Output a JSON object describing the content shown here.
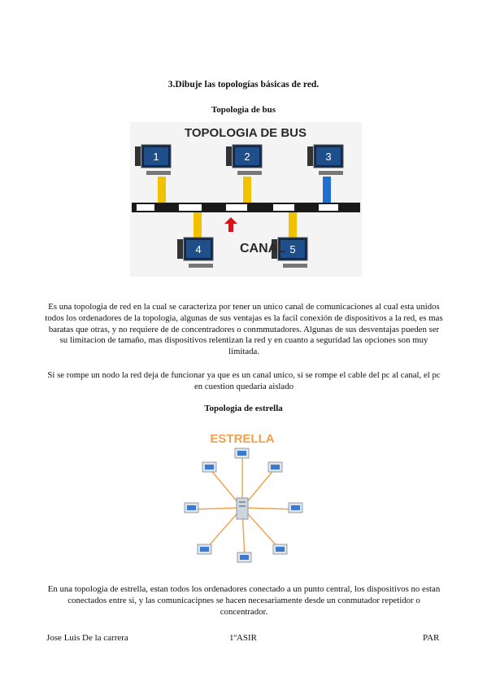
{
  "heading": "3.Dibuje las topologías básicas de red.",
  "bus_section": {
    "title": "Topologia de bus",
    "image": {
      "banner": "TOPOLOGIA DE BUS",
      "canal_label": "CANAL",
      "computers": [
        "1",
        "2",
        "3",
        "4",
        "5"
      ],
      "colors": {
        "banner_text": "#2a2a2a",
        "connector_yellow": "#f2c200",
        "connector_blue": "#1e6fd0",
        "arrow_red": "#d8141b",
        "bus_dark": "#1a1a1a"
      }
    },
    "paragraphs": [
      "Es una topologia de red en la cual se caracteriza por tener un unico canal de comunicaciones al cual esta unidos todos los ordenadores de la topologia, algunas de sus ventajas es la facil conexión de dispositivos a la red, es mas baratas que otras, y no requiere de de concentradores o conmmutadores. Algunas de sus desventajas pueden ser su limitacion de tamaño, mas dispositivos relentizan la red y en cuanto a seguridad las opciones son muy limitada.",
      "Si se rompe un nodo la red deja de funcionar ya que es un canal unico, si se rompe el cable del pc al canal, el pc en cuestion quedaria aislado"
    ]
  },
  "star_section": {
    "title": "Topologia de estrella",
    "image": {
      "banner": "ESTRELLA",
      "colors": {
        "banner": "#f0a14a",
        "links": "#f0a14a",
        "device": "#cdd6df"
      }
    },
    "paragraph": "En una topologia de estrella, estan todos los ordenadores conectado a un punto central, los dispositivos no estan conectados entre si, y las comunicacipnes se hacen necesariamente desde un conmutador repetidor o concentrador."
  },
  "footer": {
    "author": "Jose Luis De la carrera",
    "course": "1ºASIR",
    "label": "PAR"
  }
}
